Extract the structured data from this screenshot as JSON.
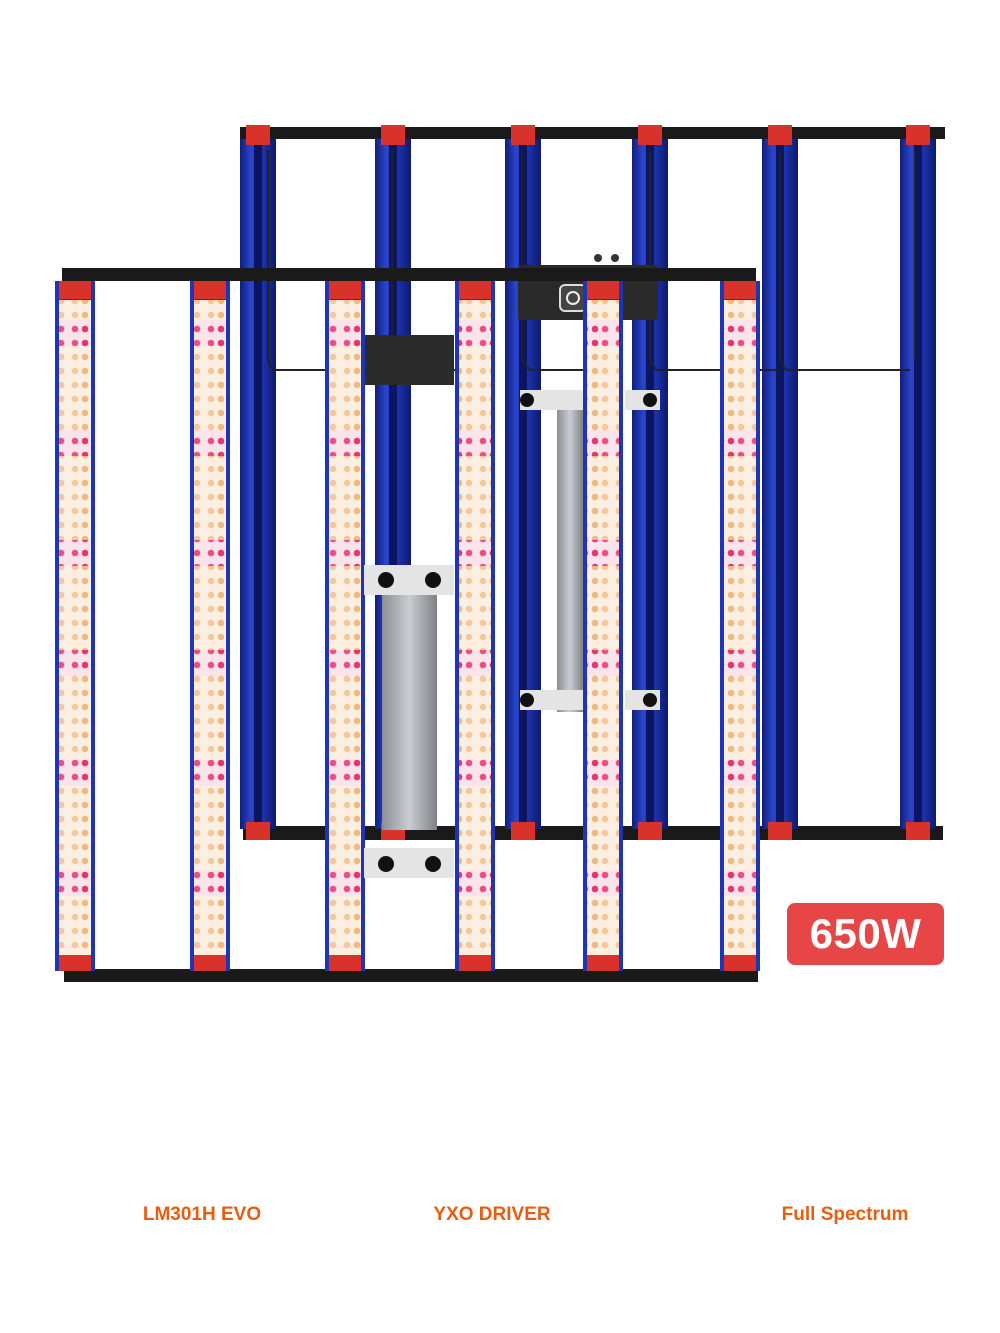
{
  "badge": {
    "text": "650W",
    "color": "#e64646"
  },
  "features": [
    {
      "label": "LM301H EVO",
      "icon": "led-chip-icon"
    },
    {
      "label": "YXO DRIVER",
      "icon": "driver-icon"
    },
    {
      "label": "Full Spectrum",
      "icon": "spectrum-icon"
    }
  ],
  "colors": {
    "label_orange": "#e85d10",
    "bar_blue": "#1f35b8",
    "frame_black": "#1a1a1a",
    "end_cap_red": "#d8322a"
  }
}
